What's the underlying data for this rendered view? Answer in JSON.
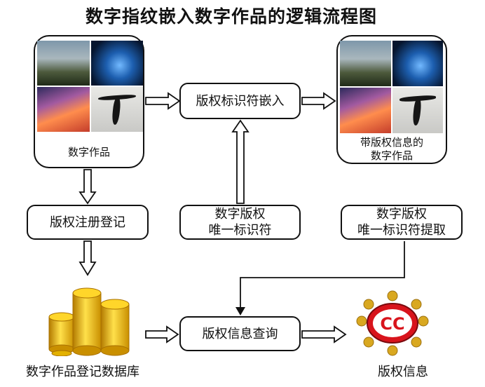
{
  "title": "数字指纹嵌入数字作品的逻辑流程图",
  "nodes": {
    "digital_works": {
      "caption": "数字作品"
    },
    "embed": {
      "label": "版权标识符嵌入"
    },
    "works_with_copyright": {
      "caption_line1": "带版权信息的",
      "caption_line2": "数字作品"
    },
    "register": {
      "label": "版权注册登记"
    },
    "unique_id": {
      "line1": "数字版权",
      "line2": "唯一标识符"
    },
    "extract": {
      "line1": "数字版权",
      "line2": "唯一标识符提取"
    },
    "query": {
      "label": "版权信息查询"
    },
    "database": {
      "label": "数字作品登记数据库",
      "icon": "gold-coins-icon"
    },
    "copyright_info": {
      "label": "版权信息",
      "icon": "cc-badge-icon",
      "badge_text": "CC"
    }
  },
  "colors": {
    "stroke": "#111111",
    "coin_gold": "#f2c200",
    "badge_red": "#d8141c"
  }
}
